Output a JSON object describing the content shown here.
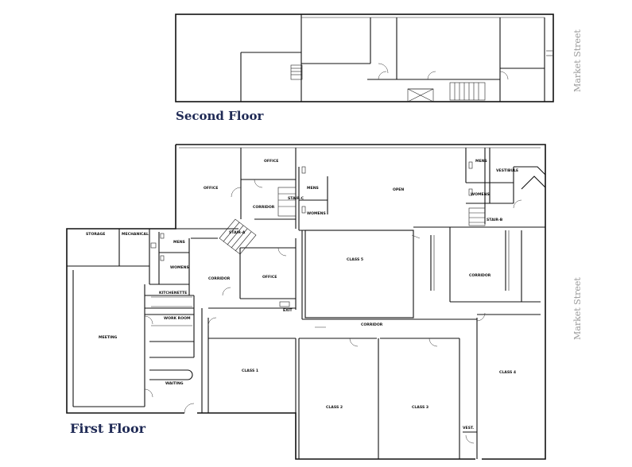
{
  "titles": {
    "second_floor": "Second Floor",
    "first_floor": "First Floor"
  },
  "street": {
    "top": "Market Street",
    "bottom": "Market Street"
  },
  "rooms": {
    "storage": "STORAGE",
    "mechanical": "MECHANICAL",
    "mens_left": "MENS",
    "womens_left": "WOMENS",
    "office_a": "OFFICE",
    "office_b": "OFFICE",
    "office_c": "OFFICE",
    "corridor_a": "CORRIDOR",
    "corridor_b": "CORRIDOR",
    "corridor_c": "CORRIDOR",
    "corridor_d": "CORRIDOR",
    "stair_a": "STAIR-A",
    "stair_c": "STAIR-C",
    "stair_b": "STAIR-B",
    "mens_center": "MENS",
    "womens_center": "WOMENS",
    "open": "OPEN",
    "mens_right": "MENS",
    "womens_right": "WOMENS",
    "vestibule": "VESTIBULE",
    "kitchenette": "KITCHENETTE",
    "work_room": "WORK ROOM",
    "meeting": "MEETING",
    "waiting": "WAITING",
    "class_1": "CLASS 1",
    "class_2": "CLASS 2",
    "class_3": "CLASS 3",
    "class_4": "CLASS 4",
    "class_5": "CLASS 5",
    "vest": "VEST.",
    "exit": "EXIT"
  },
  "colors": {
    "title": "#1f2a55",
    "street": "#9a9a9a",
    "walls": "#111111"
  }
}
